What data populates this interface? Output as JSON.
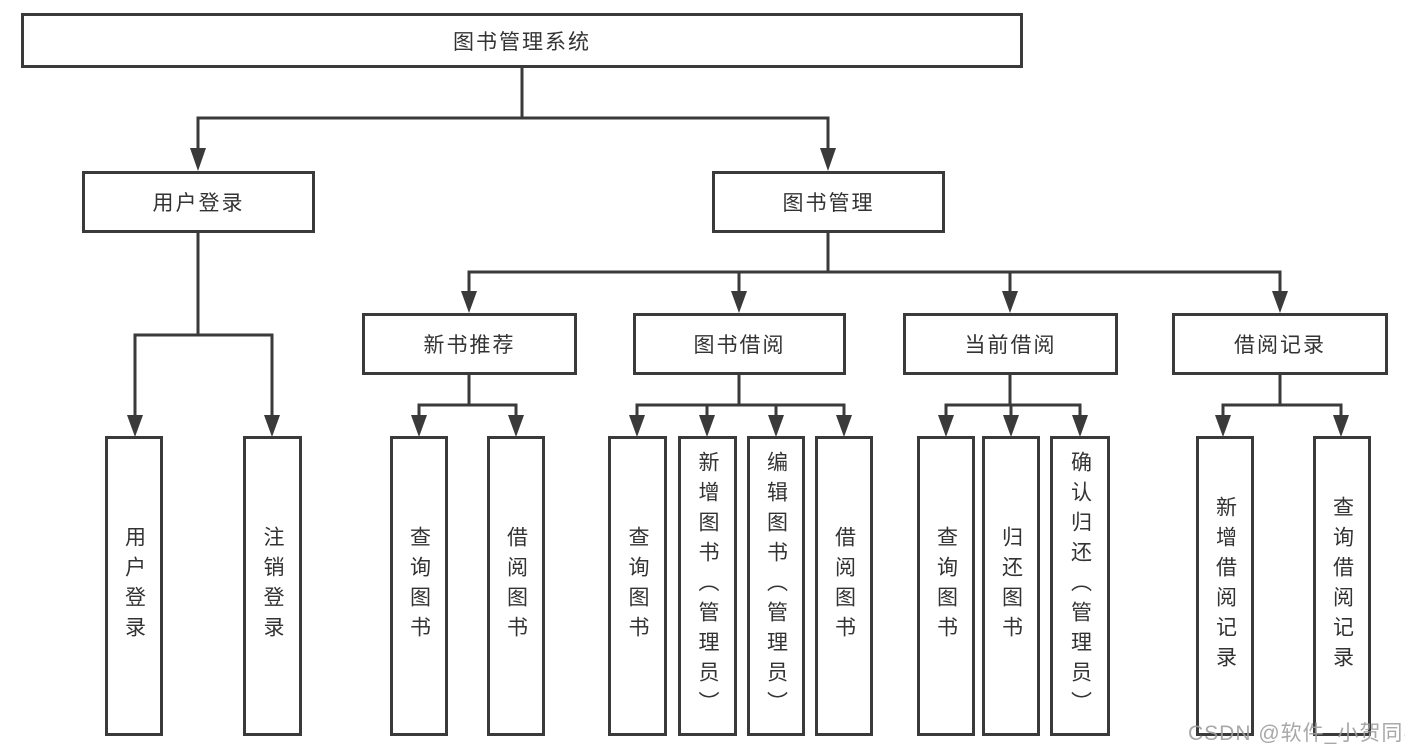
{
  "colors": {
    "line": "#3a3a3a",
    "box_border": "#3a3a3a",
    "text": "#333333",
    "watermark": "#9e9e9e"
  },
  "diagram": {
    "title": "图书管理系统",
    "branches": [
      {
        "label": "用户登录",
        "children": [
          {
            "label": "用户登录"
          },
          {
            "label": "注销登录"
          }
        ]
      },
      {
        "label": "图书管理",
        "children": [
          {
            "label": "新书推荐",
            "children": [
              {
                "label": "查询图书"
              },
              {
                "label": "借阅图书"
              }
            ]
          },
          {
            "label": "图书借阅",
            "children": [
              {
                "label": "查询图书"
              },
              {
                "label": "新增图书（管理员）"
              },
              {
                "label": "编辑图书（管理员）"
              },
              {
                "label": "借阅图书"
              }
            ]
          },
          {
            "label": "当前借阅",
            "children": [
              {
                "label": "查询图书"
              },
              {
                "label": "归还图书"
              },
              {
                "label": "确认归还（管理员）"
              }
            ]
          },
          {
            "label": "借阅记录",
            "children": [
              {
                "label": "新增借阅记录"
              },
              {
                "label": "查询借阅记录"
              }
            ]
          }
        ]
      }
    ]
  },
  "watermark": "CSDN @软件_小贺同学"
}
